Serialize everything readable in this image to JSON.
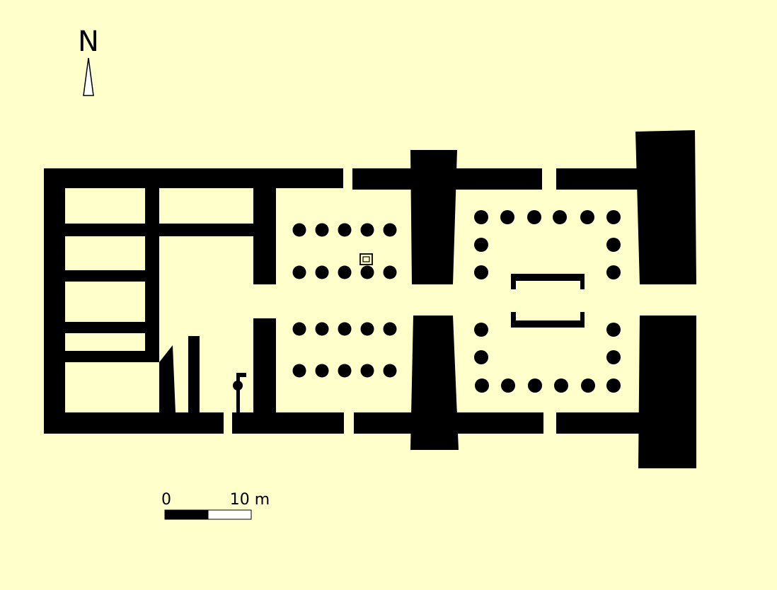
{
  "diagram": {
    "background_color": "#ffffcc",
    "ink_color": "#000000",
    "north_arrow": {
      "letter": "N"
    },
    "scale_bar": {
      "start_label": "0",
      "end_label": "10 m"
    }
  }
}
